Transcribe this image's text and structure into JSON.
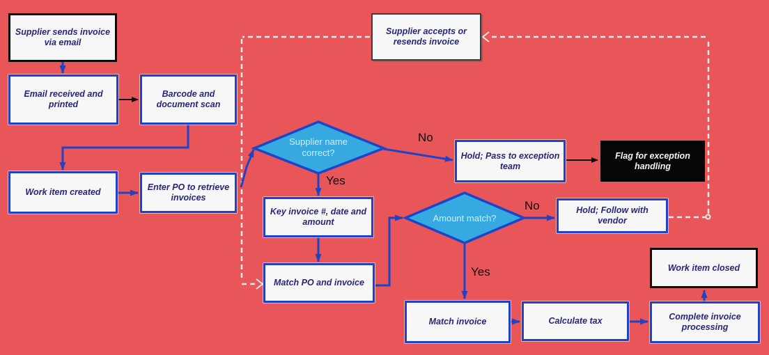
{
  "diagram": {
    "nodes": {
      "supplier_sends": {
        "label": "Supplier sends invoice\nvia email",
        "type": "terminator"
      },
      "email_received": {
        "label": "Email received and\nprinted",
        "type": "process"
      },
      "barcode_scan": {
        "label": "Barcode and\ndocument scan",
        "type": "process"
      },
      "work_item_created": {
        "label": "Work item created",
        "type": "process"
      },
      "enter_po": {
        "label": "Enter PO to retrieve\ninvoices",
        "type": "process"
      },
      "key_invoice": {
        "label": "Key invoice #, date and\namount",
        "type": "process"
      },
      "match_po": {
        "label": "Match PO and invoice",
        "type": "process"
      },
      "hold_pass": {
        "label": "Hold; Pass to exception\nteam",
        "type": "process"
      },
      "flag_exception": {
        "label": "Flag for exception\nhandling",
        "type": "highlighted"
      },
      "hold_follow": {
        "label": "Hold; Follow with vendor",
        "type": "process"
      },
      "match_invoice": {
        "label": "Match invoice",
        "type": "process"
      },
      "calculate_tax": {
        "label": "Calculate tax",
        "type": "process"
      },
      "complete_invoice": {
        "label": "Complete invoice\nprocessing",
        "type": "process"
      },
      "work_item_closed": {
        "label": "Work item closed",
        "type": "terminator"
      },
      "supplier_accepts": {
        "label": "Supplier accepts or\nresends invoice",
        "type": "external"
      }
    },
    "decisions": {
      "supplier_name": {
        "label": "Supplier name\ncorrect?"
      },
      "amount_match": {
        "label": "Amount match?"
      }
    },
    "edge_labels": {
      "supplier_name_no": "No",
      "supplier_name_yes": "Yes",
      "amount_match_no": "No",
      "amount_match_yes": "Yes"
    },
    "colors": {
      "background": "#e9565a",
      "connector_blue": "#2042c4",
      "connector_black": "#0a0a0a",
      "dashed_return": "#f2e8e6",
      "diamond_fill": "#36a9e0",
      "diamond_border": "#1b46c9",
      "box_fill": "#f7f7f7",
      "box_text": "#26267a"
    }
  }
}
